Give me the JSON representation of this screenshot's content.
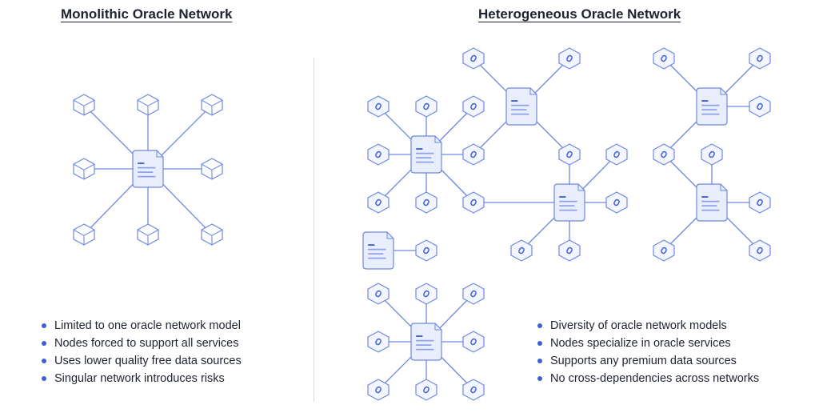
{
  "titles": {
    "left": "Monolithic Oracle Network",
    "right": "Heterogeneous Oracle Network"
  },
  "features_left": [
    "Limited to one oracle network model",
    "Nodes forced to support all services",
    "Uses lower quality free data sources",
    "Singular network introduces risks"
  ],
  "features_right": [
    "Diversity of oracle network models",
    "Nodes specialize in oracle services",
    "Supports any premium data sources",
    "No cross-dependencies across networks"
  ],
  "colors": {
    "line": "#6f88e2",
    "node_fill": "#f3f6ff",
    "doc_fill": "#e9eefc",
    "accent": "#3d5fd8",
    "text": "#1e2330"
  },
  "icons": {
    "plain_node": "cube-icon",
    "oracle_node": "hex-chainlink-node-icon",
    "contract": "document-contract-icon"
  }
}
